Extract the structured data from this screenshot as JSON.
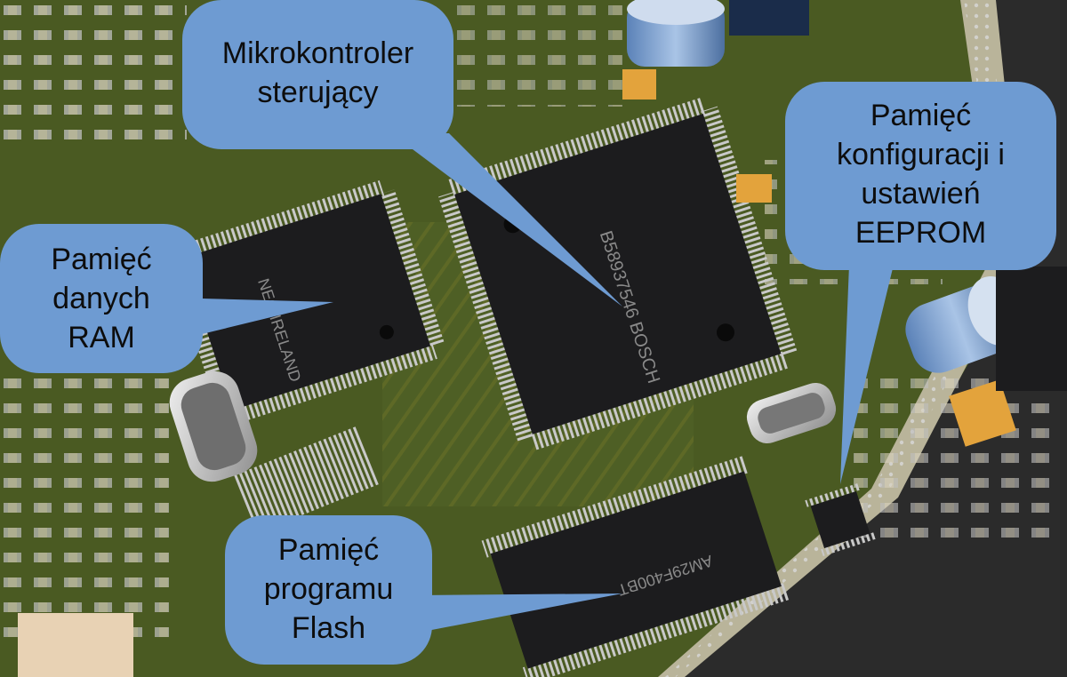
{
  "image": {
    "subject": "ECU circuit board",
    "colors": {
      "board": "#4a5a22",
      "callout": "#6e9bd2",
      "chip": "#1c1c1e",
      "pins": "#c9c9c9"
    }
  },
  "callouts": {
    "mcu": {
      "lines": [
        "Mikrokontroler",
        "sterujący"
      ]
    },
    "eeprom": {
      "lines": [
        "Pamięć",
        "konfiguracji i",
        "ustawień",
        "EEPROM"
      ]
    },
    "ram": {
      "lines": [
        "Pamięć",
        "danych",
        "RAM"
      ]
    },
    "flash": {
      "lines": [
        "Pamięć",
        "programu",
        "Flash"
      ]
    }
  }
}
